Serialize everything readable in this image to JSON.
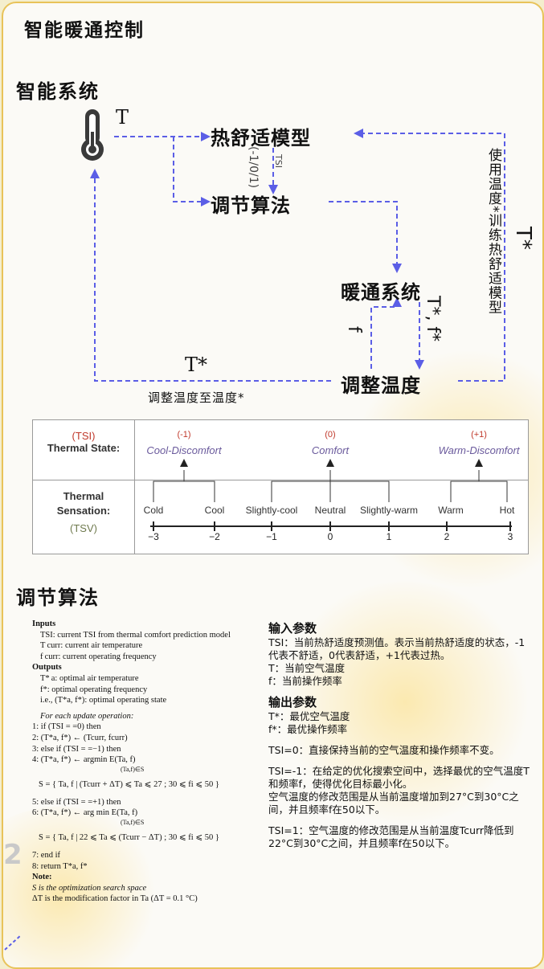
{
  "page": {
    "title": "智能暖通控制",
    "section1_title": "智能系统",
    "section2_title": "调节算法",
    "corner_mark": "2"
  },
  "flow": {
    "nodes": {
      "comfort_model": "热舒适模型",
      "adjust_algo": "调节算法",
      "hvac": "暖通系统",
      "adjust_temp": "调整温度"
    },
    "labels": {
      "t_in": "T",
      "tsi": "TSI",
      "tsi_vals": "(-1/0/1)",
      "t_star_right": "T*",
      "right_side": "使用温度*训练热舒适模型",
      "t_star_f_star": "T*, f*",
      "f": "f",
      "t_star_bottom": "T*",
      "bottom_caption": "调整温度至温度*"
    },
    "colors": {
      "line": "#5b5ee6"
    }
  },
  "table": {
    "row1_code": "(TSI)",
    "row1_label": "Thermal State:",
    "row2_label_1": "Thermal",
    "row2_label_2": "Sensation:",
    "row2_code": "(TSV)",
    "states": [
      {
        "value": "(-1)",
        "label": "Cool-Discomfort"
      },
      {
        "value": "(0)",
        "label": "Comfort"
      },
      {
        "value": "(+1)",
        "label": "Warm-Discomfort"
      }
    ],
    "sensations": [
      "Cold",
      "Cool",
      "Slightly-cool",
      "Neutral",
      "Slightly-warm",
      "Warm",
      "Hot"
    ],
    "ticks": [
      "−3",
      "−2",
      "−1",
      "0",
      "1",
      "2",
      "3"
    ]
  },
  "algorithm": {
    "inputs_h": "Inputs",
    "in1": "TSI: current TSI from thermal comfort prediction model",
    "in2": "T curr: current air temperature",
    "in3": "f curr: current operating frequency",
    "outputs_h": "Outputs",
    "out1": "T* a: optimal air temperature",
    "out2": "f*: optimal operating frequency",
    "out3": "i.e., (T*a, f*): optimal operating state",
    "for_each": "For each update operation:",
    "l1": "1: if (TSI = =0) then",
    "l2": "2:   (T*a, f*) ← (Tcurr, fcurr)",
    "l3": "3: else if (TSI = =−1) then",
    "l4": "4:   (T*a, f*) ← argmin E(Ta, f)",
    "l4_sub": "(Ta,f)∈S",
    "s1": "S = { Ta, f | (Tcurr + ΔT) ⩽ Ta ⩽ 27 ; 30 ⩽ fi ⩽ 50 }",
    "l5": "5: else if (TSI = =+1) then",
    "l6": "6:   (T*a, f*) ← arg min E(Ta, f)",
    "l6_sub": "(Ta,f)∈S",
    "s2": "S = { Ta, f | 22 ⩽ Ta ⩽ (Tcurr − ΔT) ; 30 ⩽ fi ⩽ 50 }",
    "l7": "7: end if",
    "l8": "8: return T*a, f*",
    "note_h": "Note:",
    "note1": "S is the optimization search space",
    "note2": "ΔT is the modification factor in Ta (ΔT = 0.1 °C)"
  },
  "description": {
    "input_h": "输入参数",
    "tsi_desc": "TSI：当前热舒适度预测值。表示当前热舒适度的状态，-1代表不舒适，0代表舒适，+1代表过热。",
    "t_desc": "T：当前空气温度",
    "f_desc": "f：当前操作频率",
    "output_h": "输出参数",
    "tstar_desc": "T*：最优空气温度",
    "fstar_desc": "f*：最优操作频率",
    "case0": "TSI=0：直接保持当前的空气温度和操作频率不变。",
    "case_neg1": "TSI=-1：在给定的优化搜索空间中，选择最优的空气温度T和频率f，使得优化目标最小化。",
    "case_neg1_b": "空气温度的修改范围是从当前温度增加到27°C到30°C之间，并且频率f在50以下。",
    "case_pos1": "TSI=1：空气温度的修改范围是从当前温度Tcurr降低到22°C到30°C之间，并且频率f在50以下。"
  }
}
